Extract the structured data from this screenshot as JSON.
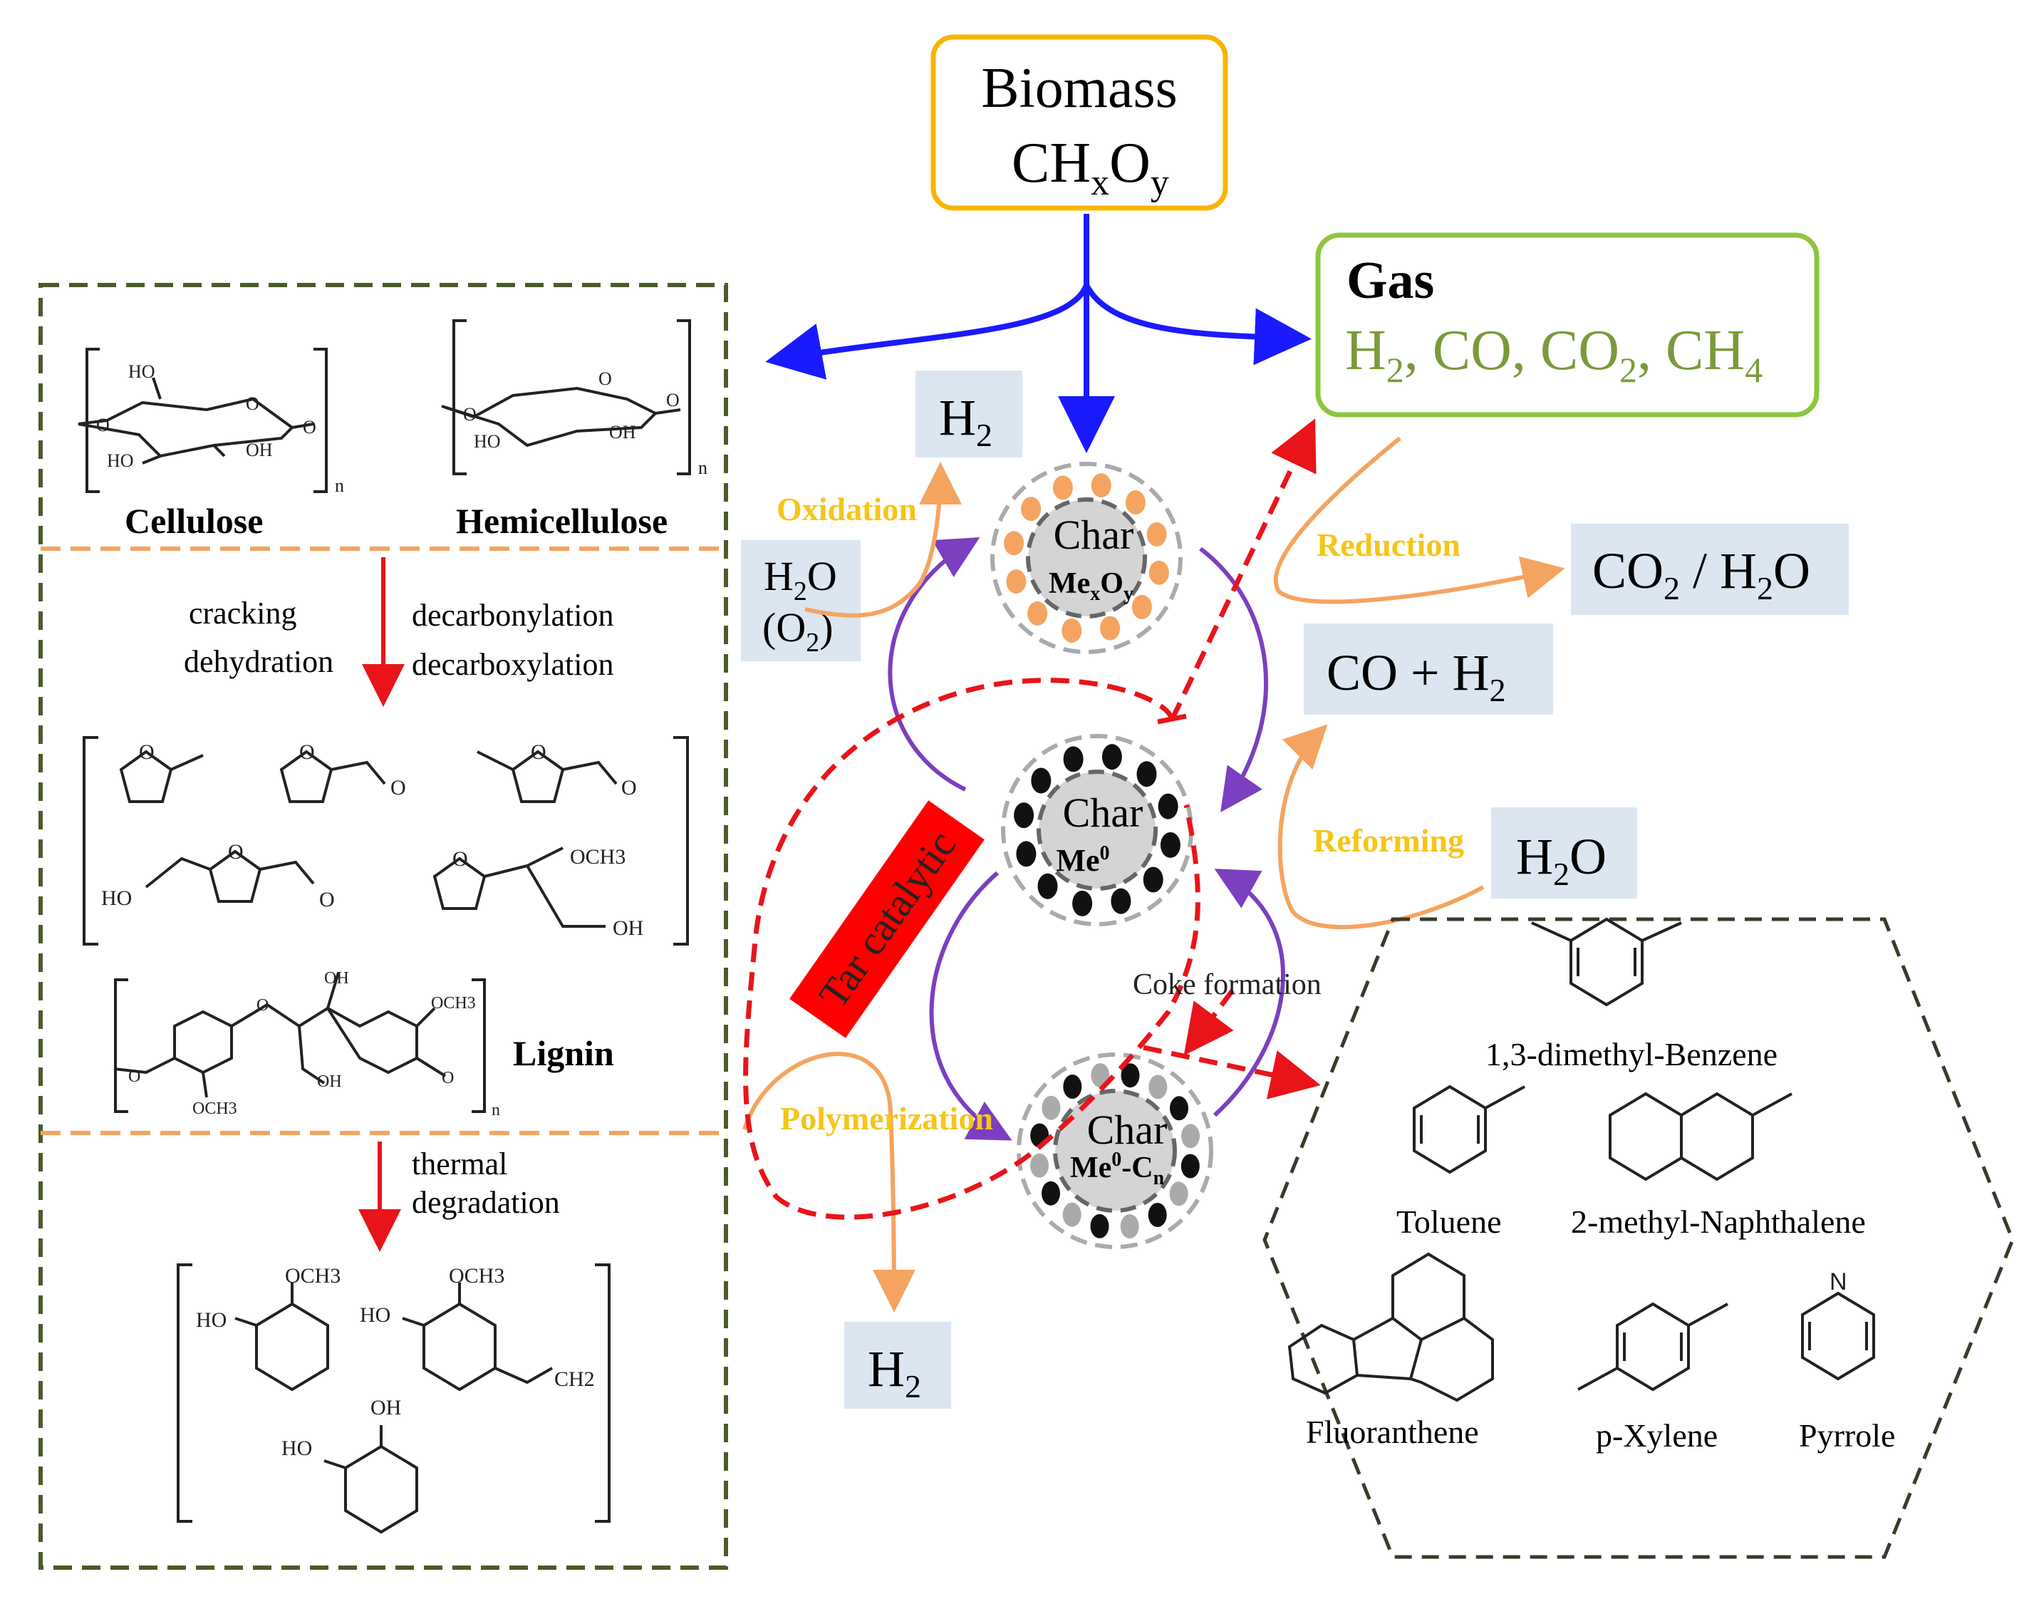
{
  "biomass": {
    "name": "Biomass",
    "formula_base": "CH",
    "formula_x": "x",
    "formula_o": "O",
    "formula_y": "y"
  },
  "gas": {
    "title": "Gas",
    "products": {
      "h": "H",
      "s1": "2",
      "co": ", CO, CO",
      "s2": "2",
      "ch": ", CH",
      "s3": "4"
    }
  },
  "boxes": {
    "h2_top": {
      "h": "H",
      "s": "2"
    },
    "h2o_o2": {
      "line1_h": "H",
      "line1_s": "2",
      "line1_o": "O",
      "line2_a": "(O",
      "line2_s": "2",
      "line2_b": ")"
    },
    "co2_h2o": {
      "a": "CO",
      "s1": "2",
      "b": " / H",
      "s2": "2",
      "c": "O"
    },
    "co_h2": {
      "a": "CO + H",
      "s": "2"
    },
    "h2o_reform": {
      "a": "H",
      "s": "2",
      "b": "O"
    },
    "h2_bottom": {
      "h": "H",
      "s": "2"
    }
  },
  "processes": {
    "oxidation": "Oxidation",
    "reduction": "Reduction",
    "reforming": "Reforming",
    "polymerization": "Polymerization",
    "coke_formation": "Coke formation",
    "tar_catalytic": "Tar catalytic"
  },
  "particles": {
    "top": {
      "char": "Char",
      "me": "Me",
      "x": "x",
      "o": "O",
      "y": "y"
    },
    "middle": {
      "char": "Char",
      "me": "Me",
      "sup": "0"
    },
    "bottom": {
      "char": "Char",
      "me": "Me",
      "sup": "0",
      "dash": "-C",
      "n": "n"
    }
  },
  "left_panel": {
    "cellulose": "Cellulose",
    "hemicellulose": "Hemicellulose",
    "cracking": "cracking",
    "dehydration": "dehydration",
    "decarbonylation": "decarbonylation",
    "decarboxylation": "decarboxylation",
    "lignin": "Lignin",
    "thermal": "thermal",
    "degradation": "degradation",
    "struct_labels": {
      "ho": "HO",
      "oh": "OH",
      "o": "O",
      "n": "n",
      "och3": "OCH3",
      "ch2": "CH2"
    }
  },
  "tar_compounds": {
    "dimethylbenzene": "1,3-dimethyl-Benzene",
    "toluene": "Toluene",
    "methylnaphthalene": "2-methyl-Naphthalene",
    "fluoranthene": "Fluoranthene",
    "pxylene": "p-Xylene",
    "pyrrole": "Pyrrole",
    "n_label": "N"
  },
  "colors": {
    "biomass_border": "#f7b500",
    "gas_border": "#8cc63f",
    "gas_text": "#7a9a3a",
    "blue_arrow": "#1a1aff",
    "orange": "#f4a460",
    "process_text": "#f5c518",
    "purple": "#7b3fbf",
    "red": "#e8141a",
    "box_fill": "#dbe6f1",
    "panel_border": "#4a5a2a"
  }
}
